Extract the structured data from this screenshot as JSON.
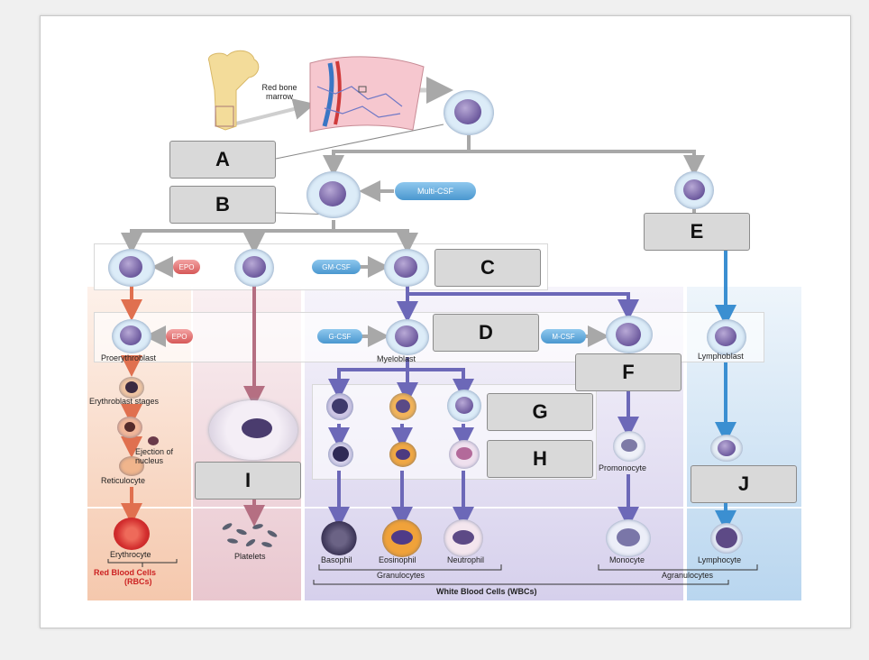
{
  "box_labels": {
    "a": "A",
    "b": "B",
    "c": "C",
    "d": "D",
    "e": "E",
    "f": "F",
    "g": "G",
    "h": "H",
    "i": "I",
    "j": "J"
  },
  "bone": {
    "marrow_label": "Red bone marrow"
  },
  "factors": {
    "multi_csf": "Multi-CSF",
    "epo_1": "EPO",
    "gm_csf": "GM-CSF",
    "epo_2": "EPO",
    "g_csf": "G-CSF",
    "m_csf": "M-CSF"
  },
  "cell_labels": {
    "proerythroblast": "Proerythroblast",
    "erythroblast_stages": "Erythroblast stages",
    "ejection": "Ejection of nucleus",
    "reticulocyte": "Reticulocyte",
    "erythrocyte": "Erythrocyte",
    "myeloblast": "Myeloblast",
    "lymphoblast": "Lymphoblast",
    "promonocyte": "Promonocyte",
    "platelets": "Platelets",
    "basophil": "Basophil",
    "eosinophil": "Eosinophil",
    "neutrophil": "Neutrophil",
    "monocyte": "Monocyte",
    "lymphocyte": "Lymphocyte"
  },
  "groups": {
    "rbc_line1": "Red Blood Cells",
    "rbc_line2": "(RBCs)",
    "granulocytes": "Granulocytes",
    "agranulocytes": "Agranulocytes",
    "wbc": "White Blood Cells (WBCs)"
  },
  "colors": {
    "rbc_panel": "#f7d6c2",
    "platelet_panel": "#eed3d8",
    "wbc_panel": "#ddd8ee",
    "lymph_panel": "#cfe3f3",
    "arrow_gray": "#a8a8a8",
    "arrow_red": "#e0704f",
    "arrow_purple": "#6c68b8",
    "arrow_blue": "#3b8fd1",
    "arrow_pink": "#b56f82"
  }
}
